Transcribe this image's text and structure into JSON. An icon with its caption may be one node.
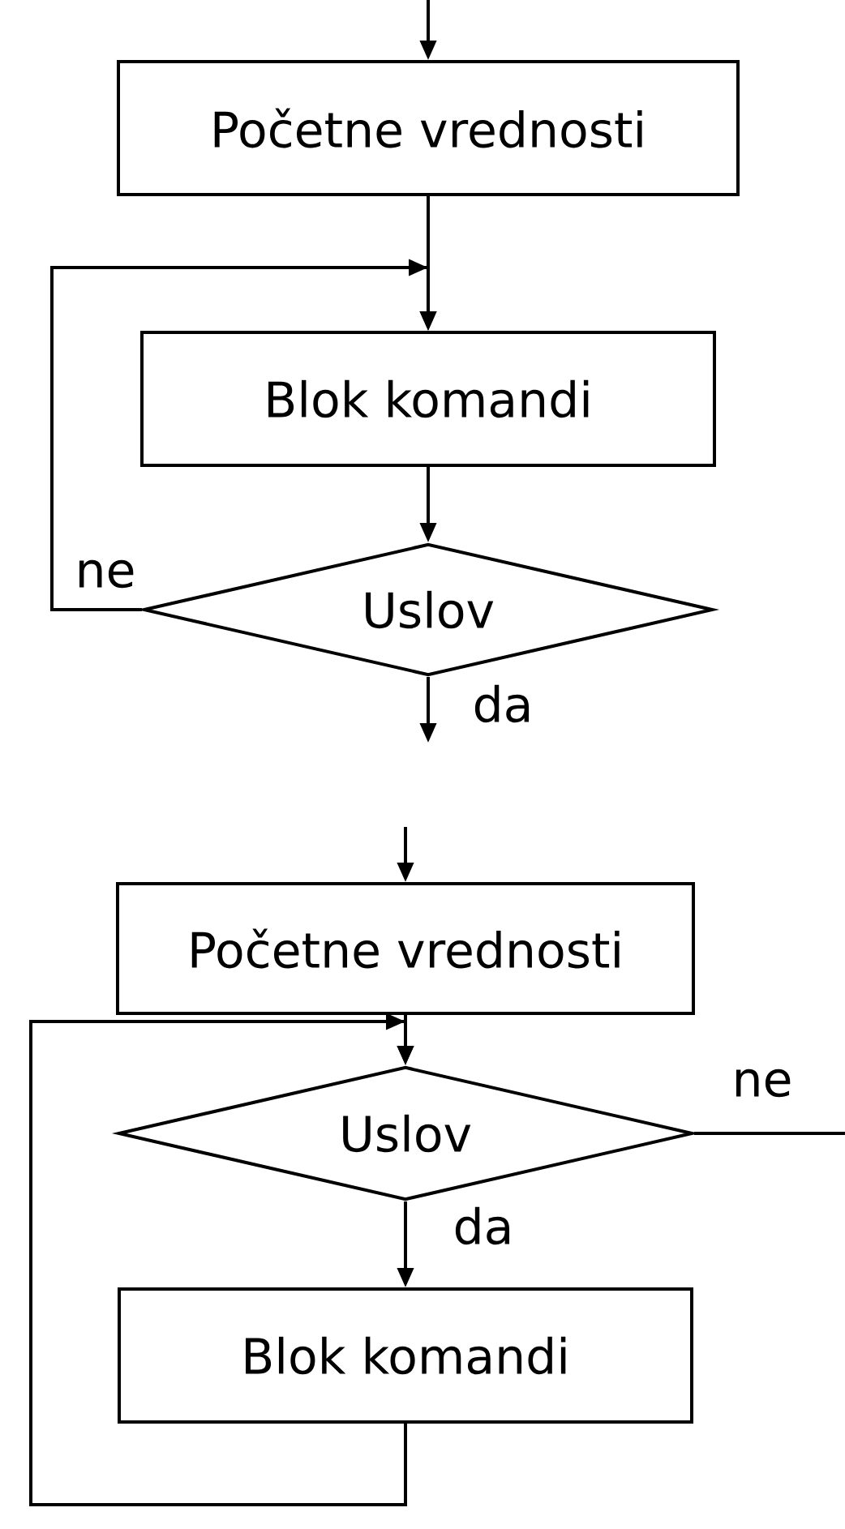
{
  "diagram": {
    "nodes": [
      {
        "text": [
          "Početne vrednosti"
        ]
      },
      {
        "text": [
          "Blok komandi"
        ]
      },
      {
        "text": [
          "Uslov"
        ]
      },
      {
        "text": [
          "Početne vrednosti"
        ]
      },
      {
        "text": [
          "Uslov"
        ]
      },
      {
        "text": [
          "Blok komandi"
        ]
      }
    ],
    "edges": [
      {
        "from": null,
        "to": 0,
        "arrow": "to"
      },
      {
        "from": 0,
        "to": 1,
        "arrow": "to"
      },
      {
        "from": 1,
        "to": 2,
        "arrow": "to"
      },
      {
        "from": 2,
        "to": 1,
        "label": "ne",
        "arrow": "to"
      },
      {
        "from": 2,
        "to": null,
        "label": "da",
        "arrow": "to"
      },
      {
        "from": null,
        "to": 3,
        "arrow": "to"
      },
      {
        "from": 3,
        "to": 4,
        "arrow": "to"
      },
      {
        "from": 4,
        "to": null,
        "label": "ne",
        "arrow": "none"
      },
      {
        "from": 4,
        "to": 5,
        "label": "da",
        "arrow": "to"
      },
      {
        "from": 5,
        "to": 4,
        "arrow": "to"
      }
    ]
  }
}
